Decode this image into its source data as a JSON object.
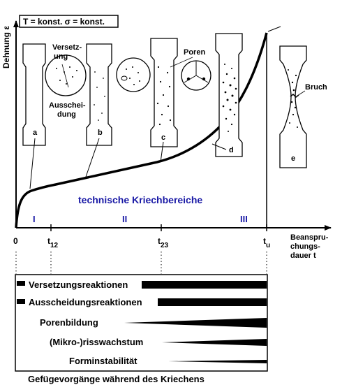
{
  "diagram": {
    "conditions_label": "T = konst.  σ = konst.",
    "y_axis_label": "Dehnung ε",
    "x_axis_label": [
      "Beanspru-",
      "chungs-",
      "dauer t"
    ],
    "x_ticks": {
      "origin": "0",
      "t12_main": "t",
      "t12_sub": "12",
      "t23_main": "t",
      "t23_sub": "23",
      "tu_main": "t",
      "tu_sub": "u"
    },
    "region_title": "technische Kriechbereiche",
    "regions": [
      "I",
      "II",
      "III"
    ],
    "specimens": {
      "a": "a",
      "b": "b",
      "c": "c",
      "d": "d",
      "e": "e"
    },
    "callouts": {
      "versetzung_1": "Versetz-",
      "versetzung_2": "ung",
      "ausscheidung_1": "Ausschei-",
      "ausscheidung_2": "dung",
      "poren": "Poren",
      "bruch": "Bruch"
    },
    "processes": [
      "Versetzungsreaktionen",
      "Ausscheidungsreaktionen",
      "Porenbildung",
      "(Mikro-)risswachstum",
      "Forminstabilität"
    ],
    "caption": "Gefügevorgänge während des Kriechens",
    "colors": {
      "ink": "#000000",
      "accent": "#1a1aa6"
    }
  }
}
